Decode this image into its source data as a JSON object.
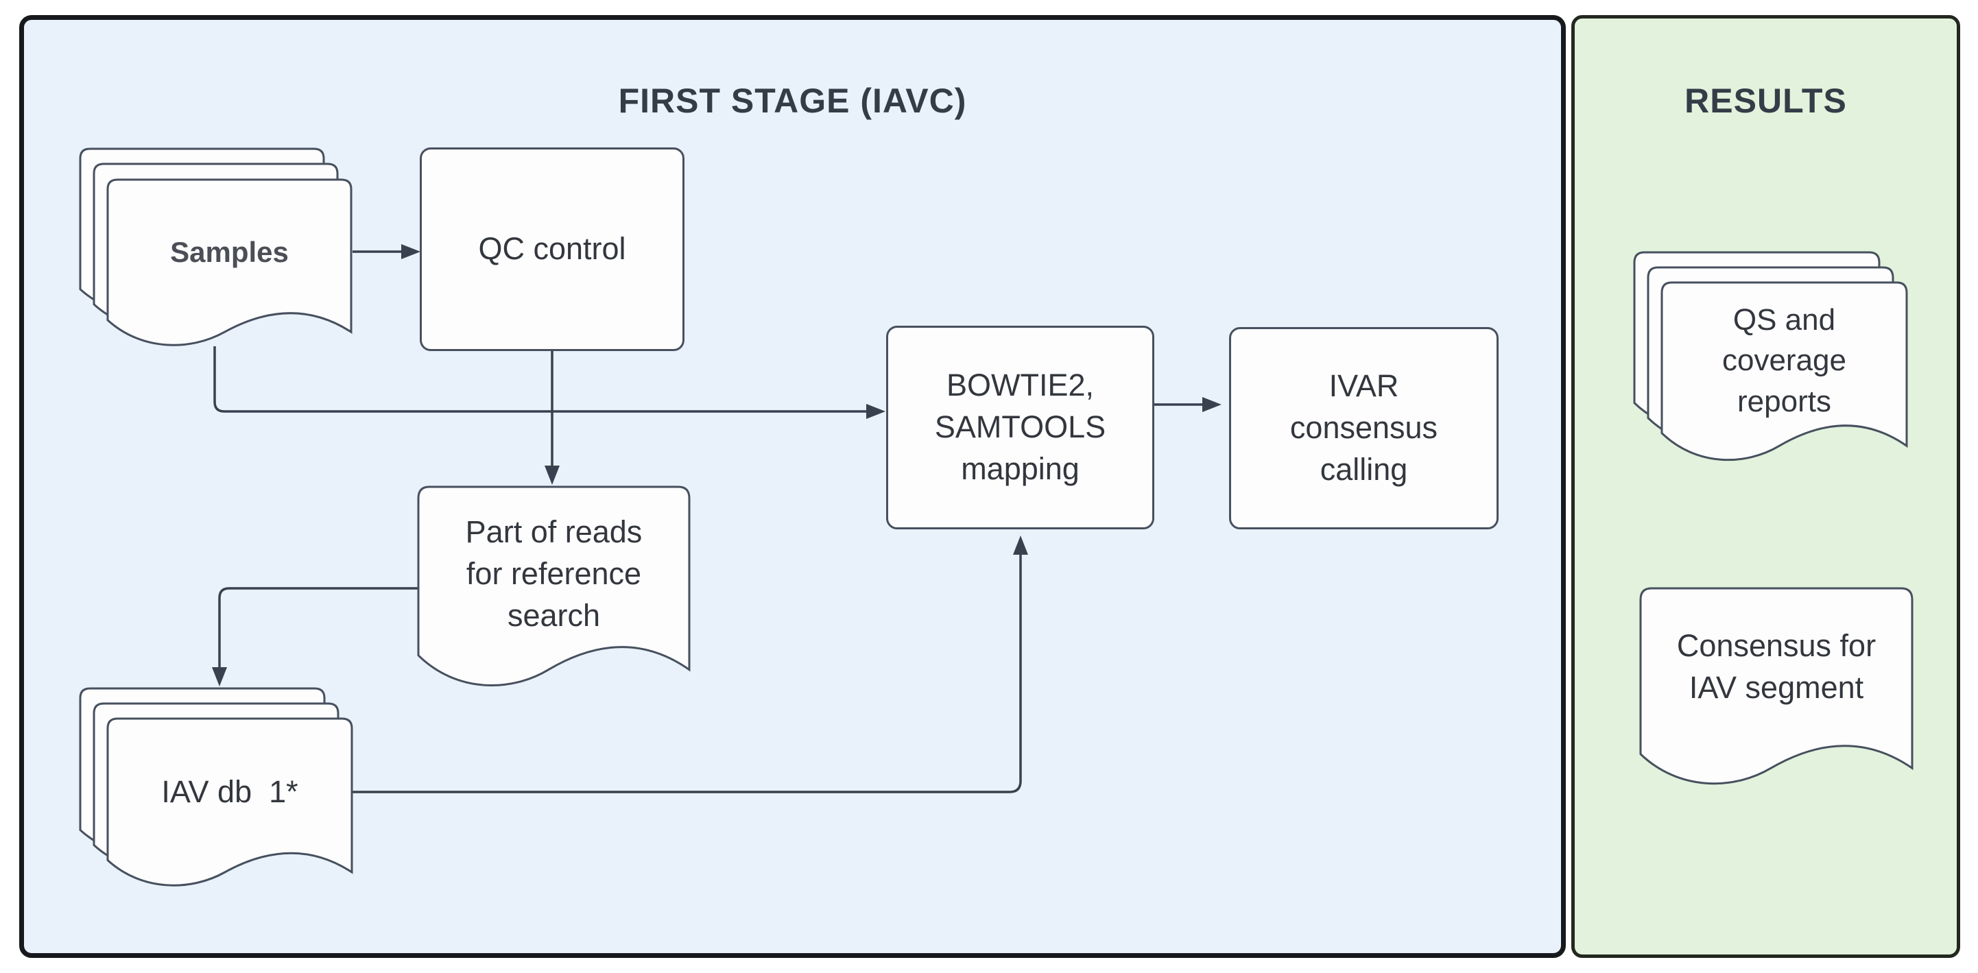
{
  "first_stage": {
    "title": "FIRST STAGE (IAVC)",
    "nodes": {
      "samples": {
        "label": "Samples",
        "shape": "stacked-documents"
      },
      "qc": {
        "label": "QC control",
        "shape": "process-box"
      },
      "bowtie": {
        "label": "BOWTIE2,\nSAMTOOLS\nmapping",
        "shape": "process-box"
      },
      "ivar": {
        "label": "IVAR\nconsensus\ncalling",
        "shape": "process-box"
      },
      "part_reads": {
        "label": "Part of reads\nfor reference\nsearch",
        "shape": "document"
      },
      "iav_db": {
        "label": "IAV db  1*",
        "shape": "stacked-documents"
      }
    },
    "connections": [
      "samples -> qc",
      "samples -> bowtie",
      "qc -> part_reads",
      "part_reads -> iav_db",
      "iav_db -> bowtie",
      "bowtie -> ivar"
    ]
  },
  "results": {
    "title": "RESULTS",
    "nodes": {
      "qs_reports": {
        "label": "QS and\ncoverage\nreports",
        "shape": "stacked-documents"
      },
      "consensus": {
        "label": "Consensus for\nIAV segment",
        "shape": "document"
      }
    }
  },
  "colors": {
    "first_stage_bg": "#e9f1fb",
    "results_bg": "#e2f2dc",
    "first_stage_border": "#17191d",
    "results_border": "#23281f",
    "shape_fill": "#fdfdfe",
    "shape_border": "#47505e",
    "connector": "#39414e",
    "text": "#33373d",
    "title_text": "#343d47"
  }
}
